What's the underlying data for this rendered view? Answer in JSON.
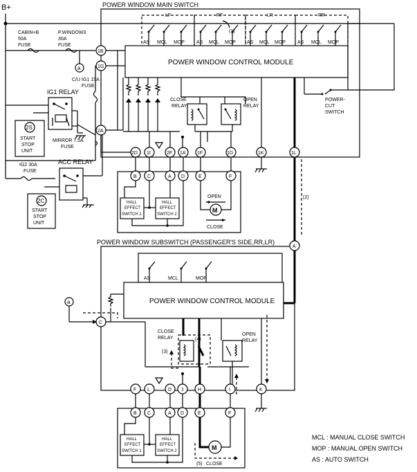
{
  "power": {
    "label": "B+"
  },
  "fuses": {
    "cabin": [
      "CABIN+B",
      "50A",
      "FUSE"
    ],
    "pwindow": [
      "P.WINDOW3",
      "30A",
      "FUSE"
    ],
    "cuig1": [
      "C/U IG1 15A",
      "FUSE"
    ],
    "mirror": [
      "MIRROR 7.5A",
      "FUSE"
    ],
    "ig2": [
      "IG2 30A",
      "FUSE"
    ]
  },
  "relays": {
    "ig1": "IG1 RELAY",
    "acc": "ACC RELAY",
    "close": [
      "CLOSE",
      "RELAY"
    ],
    "open": [
      "OPEN",
      "RELAY"
    ]
  },
  "units": {
    "start_stop_1": {
      "badge": "2S",
      "label": [
        "START",
        "STOP",
        "UNIT"
      ]
    },
    "start_stop_2": {
      "badge": "2C",
      "label": [
        "START",
        "STOP",
        "UNIT"
      ]
    }
  },
  "main_switch": {
    "title": "POWER WINDOW MAIN SWITCH",
    "module": "POWER WINDOW CONTROL MODULE",
    "groups": [
      "LF",
      "RF",
      "LR",
      "RR"
    ],
    "switch_labels": [
      "AS",
      "MCL",
      "MOP"
    ],
    "power_cut": [
      "POWER-",
      "CUT",
      "SWITCH"
    ],
    "pins_top": [
      "1B",
      "1G",
      "2A"
    ],
    "pins_bottom": [
      "2D",
      "1I",
      "2F",
      "1A",
      "1F",
      "1D",
      "1K",
      "1L"
    ],
    "callout": "(1)"
  },
  "main_motor": {
    "pins": [
      "B",
      "C",
      "A",
      "D",
      "E",
      "F"
    ],
    "hall1": [
      "HALL",
      "EFFECT",
      "SWITCH 1"
    ],
    "hall2": [
      "HALL",
      "EFFECT",
      "SWITCH 2"
    ],
    "open": "OPEN",
    "close": "CLOSE",
    "motor": "M"
  },
  "sub_switch": {
    "title": "POWER WINDOW SUBSWITCH (PASSENGER'S SIDE,RR,LR)",
    "module": "POWER WINDOW CONTROL MODULE",
    "switch_labels": [
      "AS",
      "MCL",
      "MOP"
    ],
    "pin_a": "A",
    "pin_c": "C",
    "pins_bottom": [
      "F",
      "L",
      "D",
      "J",
      "H",
      "I",
      "K"
    ],
    "callouts": [
      "(2)",
      "(3)",
      "(4)",
      "(5)"
    ]
  },
  "sub_motor": {
    "pins": [
      "B",
      "C",
      "A",
      "D",
      "E",
      "F"
    ],
    "hall1": [
      "HALL",
      "EFFECT",
      "SWITCH 1"
    ],
    "hall2": [
      "HALL",
      "EFFECT",
      "SWITCH 2"
    ],
    "close": "CLOSE",
    "motor": "M"
  },
  "connector_a": "a",
  "legend": [
    "MCL : MANUAL CLOSE SWITCH",
    "MOP : MANUAL OPEN SWITCH",
    "AS : AUTO SWITCH"
  ]
}
